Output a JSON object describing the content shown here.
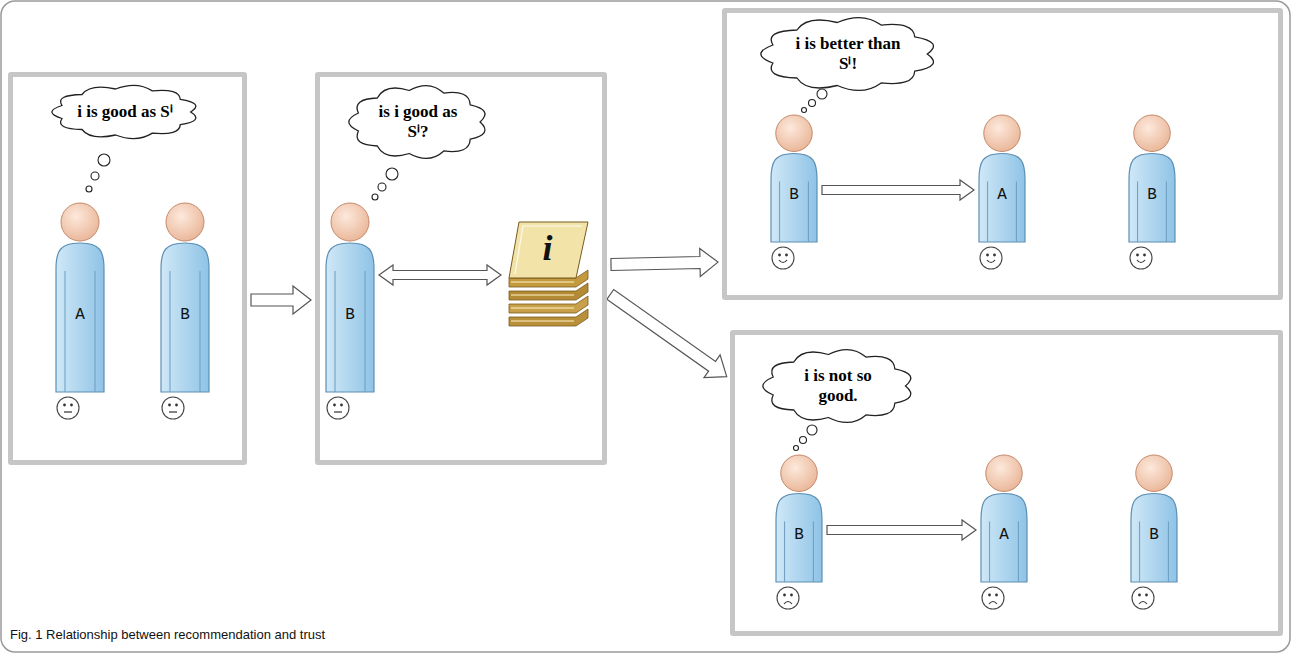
{
  "diagram": {
    "caption": "Fig. 1 Relationship between recommendation and trust",
    "nodes": [
      {
        "text": []
      },
      {
        "text": [
          "i is good as Sⁱ"
        ],
        "in": 0
      },
      {
        "text": [
          "A"
        ],
        "in": 0
      },
      {
        "text": [
          "B"
        ],
        "in": 0
      },
      {
        "text": []
      },
      {
        "text": [
          "is i good as Sⁱ?"
        ],
        "in": 4
      },
      {
        "text": [
          "B"
        ],
        "in": 4
      },
      {
        "text": [
          "i"
        ],
        "in": 4
      },
      {
        "text": []
      },
      {
        "text": [
          "i is better than Sⁱ!"
        ],
        "in": 8
      },
      {
        "text": [
          "B"
        ],
        "in": 8
      },
      {
        "text": [
          "A"
        ],
        "in": 8
      },
      {
        "text": [
          "B"
        ],
        "in": 8
      },
      {
        "text": []
      },
      {
        "text": [
          "i is not so good."
        ],
        "in": 13
      },
      {
        "text": [
          "B"
        ],
        "in": 13
      },
      {
        "text": [
          "A"
        ],
        "in": 13
      },
      {
        "text": [
          "B"
        ],
        "in": 13
      }
    ],
    "edges": [
      {
        "from": 0,
        "to": 4,
        "arrow": "to"
      },
      {
        "from": 4,
        "to": 8,
        "arrow": "to"
      },
      {
        "from": 4,
        "to": 13,
        "arrow": "to"
      },
      {
        "from": 6,
        "to": 7,
        "arrow": "both"
      },
      {
        "from": 10,
        "to": 11,
        "arrow": "to"
      },
      {
        "from": 15,
        "to": 16,
        "arrow": "to"
      }
    ]
  }
}
